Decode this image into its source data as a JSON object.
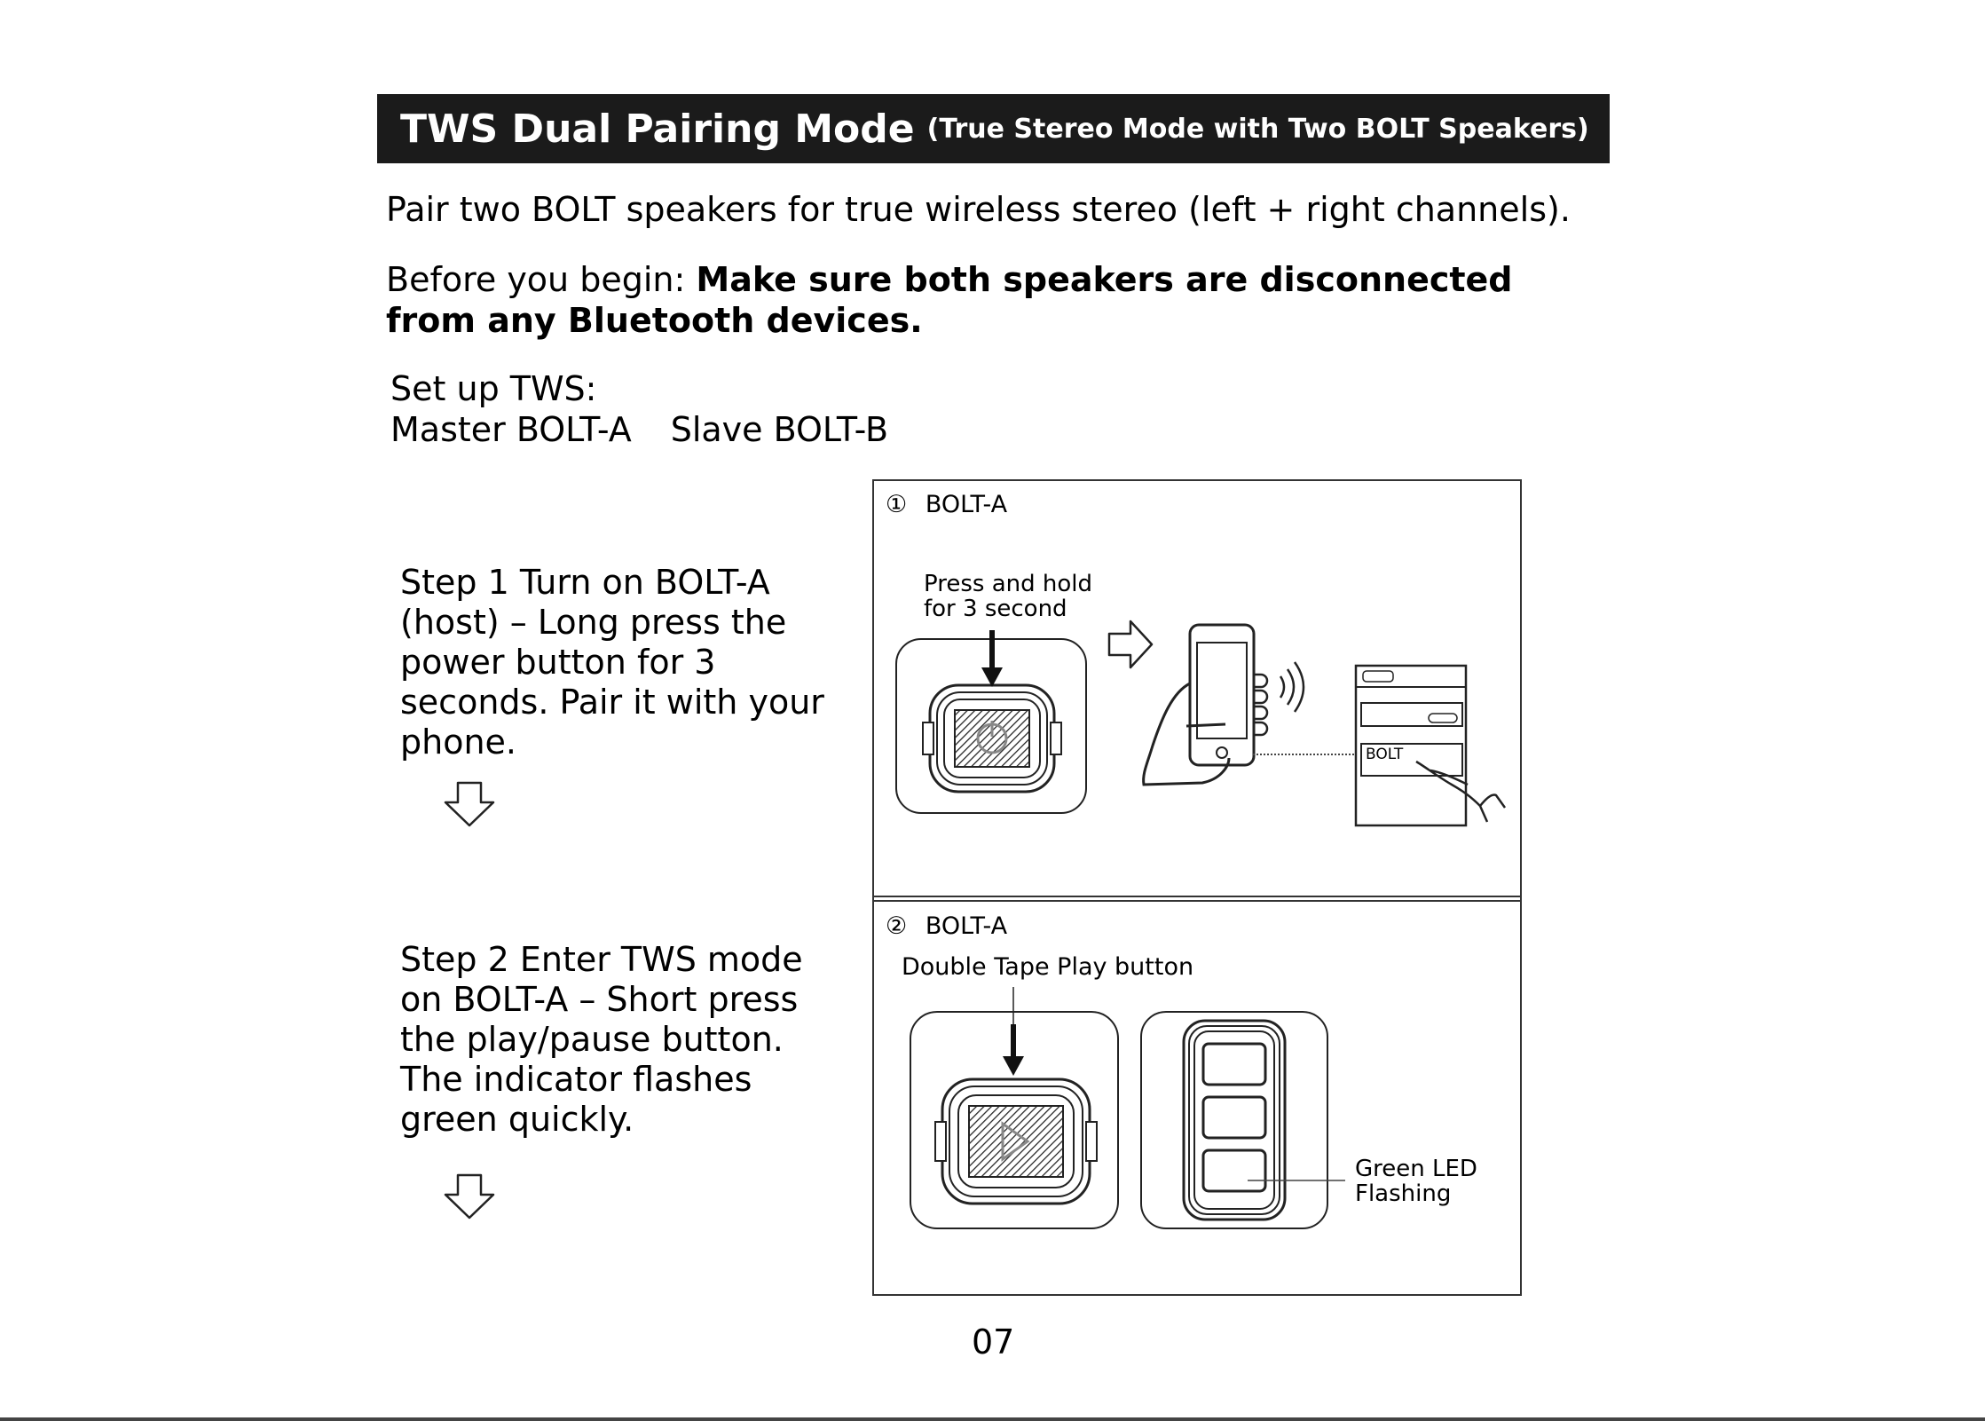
{
  "header": {
    "title": "TWS Dual Pairing Mode",
    "subtitle": "(True Stereo Mode with Two BOLT Speakers)"
  },
  "intro": "Pair two BOLT speakers for true wireless stereo (left + right channels).",
  "before": {
    "lead": "Before you begin: ",
    "emphasis": "Make sure both speakers are disconnected from any Bluetooth devices."
  },
  "setup": {
    "heading": "Set up TWS:",
    "master": "Master BOLT-A",
    "slave": "Slave BOLT-B"
  },
  "steps": [
    {
      "text": "Step 1 Turn on BOLT-A (host) – Long press the power button for 3 seconds. Pair it with your phone."
    },
    {
      "text": "Step 2 Enter TWS mode on BOLT-A – Short press the play/pause button. The indicator flashes green quickly."
    }
  ],
  "panel1": {
    "number": "①",
    "device": "BOLT-A",
    "instruction_line1": "Press and hold",
    "instruction_line2": "for 3 second",
    "phone_list_item": "BOLT"
  },
  "panel2": {
    "number": "②",
    "device": "BOLT-A",
    "instruction": "Double Tape Play button",
    "led_line1": "Green LED",
    "led_line2": "Flashing"
  },
  "page_number": "07"
}
